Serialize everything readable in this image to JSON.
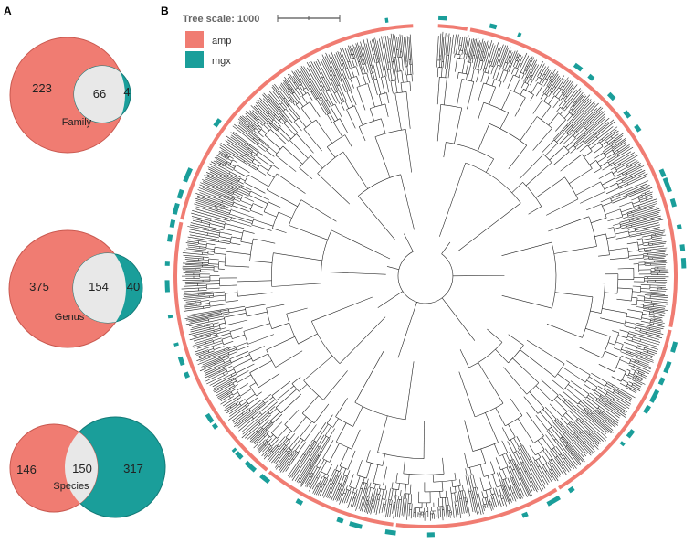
{
  "panel_a": {
    "label": "A",
    "venns": [
      {
        "left": "223",
        "overlap": "66",
        "right": "4",
        "name": "Family"
      },
      {
        "left": "375",
        "overlap": "154",
        "right": "40",
        "name": "Genus"
      },
      {
        "left": "146",
        "overlap": "150",
        "right": "317",
        "name": "Species"
      }
    ]
  },
  "panel_b": {
    "label": "B",
    "scale_label": "Tree scale: 1000",
    "legend": [
      {
        "name": "amp",
        "color": "#f07c72"
      },
      {
        "name": "mgx",
        "color": "#1a9e9a"
      }
    ]
  },
  "colors": {
    "amp": "#f07c72",
    "mgx": "#1a9e9a",
    "overlap": "#e8e8e8",
    "branch": "#222222"
  }
}
